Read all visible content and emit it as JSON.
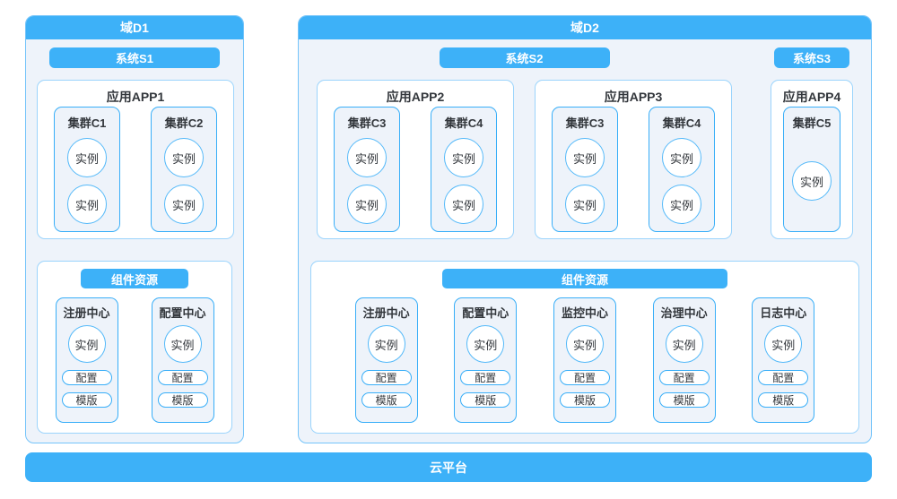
{
  "colors": {
    "accent_blue": "#3db1f8",
    "panel_fill": "#eef3fa",
    "strong_border": "#38aef8",
    "light_border": "#9bd4fc",
    "domain_border": "#74c4fa",
    "text": "#33373c",
    "header_text": "#ffffff"
  },
  "platform": {
    "label": "云平台"
  },
  "domains": [
    {
      "title": "域D1",
      "systems": [
        {
          "label": "系统S1",
          "apps": [
            {
              "title": "应用APP1",
              "clusters": [
                {
                  "label": "集群C1",
                  "instances": [
                    "实例",
                    "实例"
                  ]
                },
                {
                  "label": "集群C2",
                  "instances": [
                    "实例",
                    "实例"
                  ]
                }
              ]
            }
          ]
        }
      ],
      "components": {
        "title": "组件资源",
        "centers": [
          {
            "label": "注册中心",
            "instance": "实例",
            "pills": [
              "配置",
              "模版"
            ]
          },
          {
            "label": "配置中心",
            "instance": "实例",
            "pills": [
              "配置",
              "模版"
            ]
          }
        ]
      }
    },
    {
      "title": "域D2",
      "systems": [
        {
          "label": "系统S2",
          "apps": [
            {
              "title": "应用APP2",
              "clusters": [
                {
                  "label": "集群C3",
                  "instances": [
                    "实例",
                    "实例"
                  ]
                },
                {
                  "label": "集群C4",
                  "instances": [
                    "实例",
                    "实例"
                  ]
                }
              ]
            },
            {
              "title": "应用APP3",
              "clusters": [
                {
                  "label": "集群C3",
                  "instances": [
                    "实例",
                    "实例"
                  ]
                },
                {
                  "label": "集群C4",
                  "instances": [
                    "实例",
                    "实例"
                  ]
                }
              ]
            }
          ]
        },
        {
          "label": "系统S3",
          "apps": [
            {
              "title": "应用APP4",
              "clusters": [
                {
                  "label": "集群C5",
                  "instances": [
                    "实例"
                  ]
                }
              ]
            }
          ]
        }
      ],
      "components": {
        "title": "组件资源",
        "centers": [
          {
            "label": "注册中心",
            "instance": "实例",
            "pills": [
              "配置",
              "模版"
            ]
          },
          {
            "label": "配置中心",
            "instance": "实例",
            "pills": [
              "配置",
              "模版"
            ]
          },
          {
            "label": "监控中心",
            "instance": "实例",
            "pills": [
              "配置",
              "模版"
            ]
          },
          {
            "label": "治理中心",
            "instance": "实例",
            "pills": [
              "配置",
              "模版"
            ]
          },
          {
            "label": "日志中心",
            "instance": "实例",
            "pills": [
              "配置",
              "模版"
            ]
          }
        ]
      }
    }
  ]
}
